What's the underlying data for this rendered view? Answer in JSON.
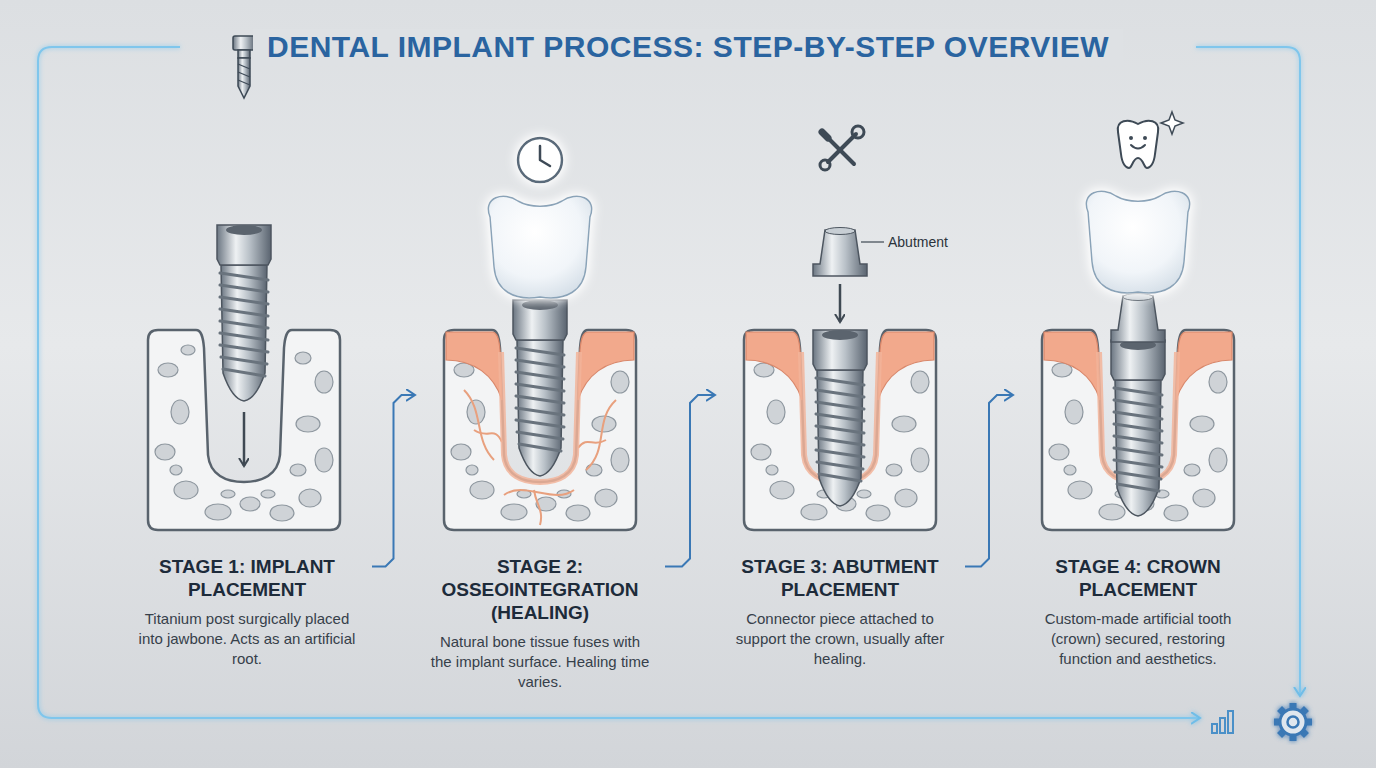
{
  "diagram": {
    "title": "DENTAL IMPLANT PROCESS: STEP-BY-STEP OVERVIEW",
    "nodes": [
      {
        "text": [
          "STAGE 1: IMPLANT PLACEMENT",
          "Titanium post surgically placed into jawbone. Acts as an artificial root."
        ]
      },
      {
        "text": [
          "STAGE 2: OSSEOINTEGRATION (HEALING)",
          "Natural bone tissue fuses with the implant surface. Healing time varies."
        ]
      },
      {
        "text": [
          "STAGE 3: ABUTMENT PLACEMENT",
          "Connector piece attached to support the crown, usually after healing."
        ]
      },
      {
        "text": [
          "STAGE 4: CROWN PLACEMENT",
          "Custom-made artificial tooth (crown) secured, restoring function and aesthetics."
        ]
      }
    ],
    "edges": [
      {
        "from": 0,
        "to": 1,
        "arrow": "to"
      },
      {
        "from": 1,
        "to": 2,
        "arrow": "to"
      },
      {
        "from": 2,
        "to": 3,
        "arrow": "to"
      }
    ],
    "labels": [
      "Abutment"
    ]
  }
}
